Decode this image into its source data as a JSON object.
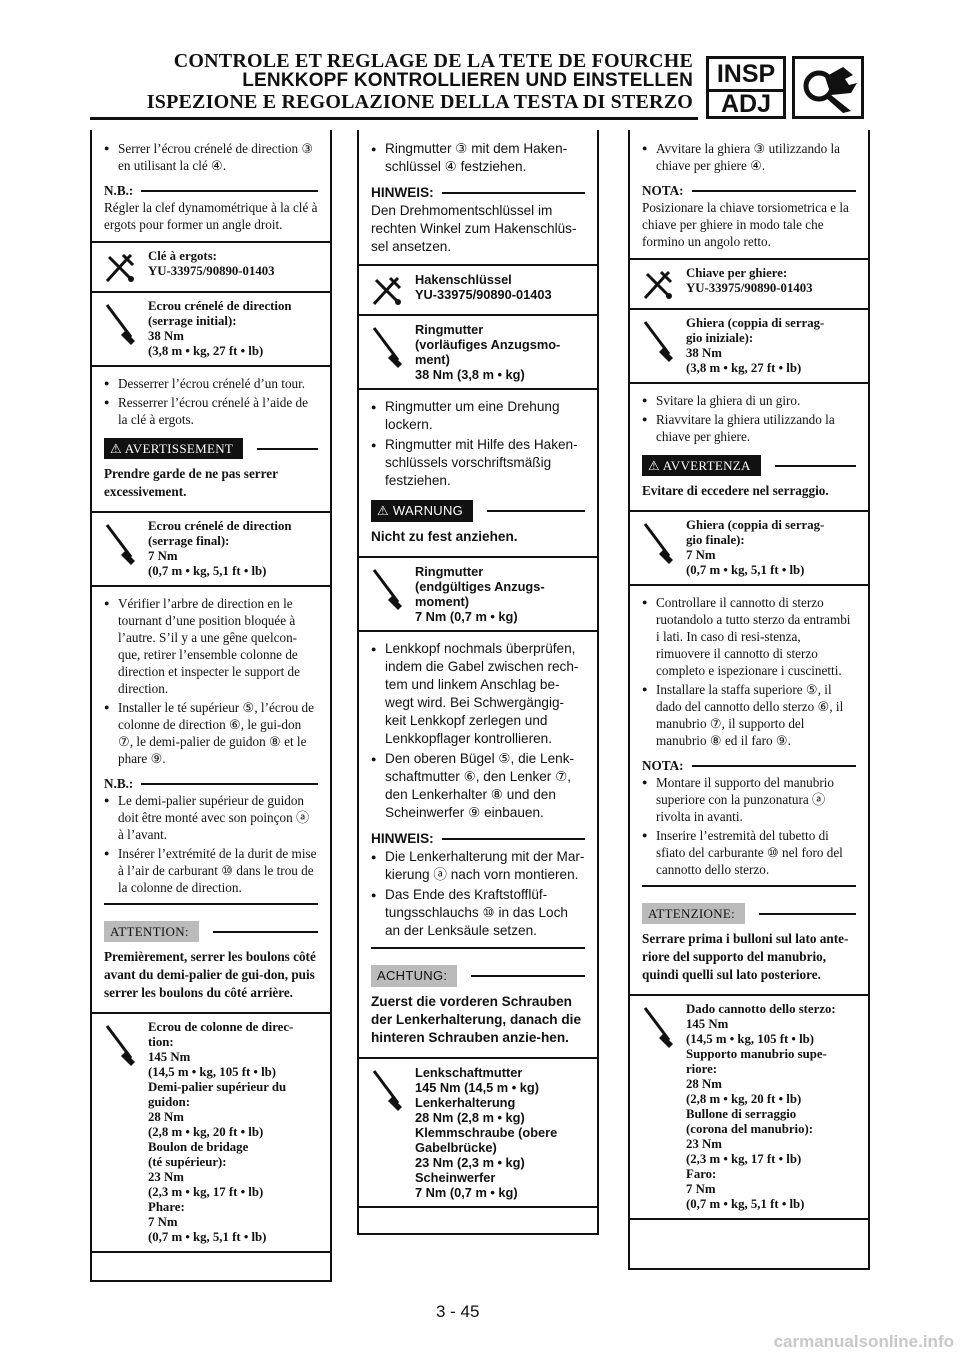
{
  "header": {
    "title_fr": "CONTROLE ET REGLAGE DE LA TETE DE FOURCHE",
    "title_de": "LENKKOPF KONTROLLIEREN UND EINSTELLEN",
    "title_it": "ISPEZIONE E REGOLAZIONE DELLA TESTA DI STERZO",
    "badge_top": "INSP",
    "badge_bottom": "ADJ"
  },
  "col_fr": {
    "b1": "Serrer l’écrou crénelé de direction ③ en utilisant la clé ④.",
    "nb1_label": "N.B.:",
    "nb1_text": "Régler la clef dynamométrique à la clé à ergots pour former un angle droit.",
    "spec1": "Clé à ergots:\n    YU-33975/90890-01403",
    "spec2": "Ecrou crénelé de direction\n(serrage initial):\n    38 Nm\n    (3,8 m • kg, 27 ft • lb)",
    "b2": "Desserrer l’écrou crénelé d’un tour.",
    "b3": "Resserrer l’écrou crénelé à l’aide de la clé à ergots.",
    "warn_label": "AVERTISSEMENT",
    "warn_text": "Prendre garde de ne pas serrer excessivement.",
    "spec3": "Ecrou crénelé de direction\n(serrage final):\n    7 Nm\n    (0,7 m • kg, 5,1 ft • lb)",
    "b4": "Vérifier l’arbre de direction en le tournant d’une position bloquée à l’autre. S’il y a une gêne quelcon-que, retirer l’ensemble colonne de direction et inspecter le support de direction.",
    "b5": "Installer le té supérieur ⑤, l’écrou de colonne de direction ⑥, le gui-don ⑦, le demi-palier de guidon ⑧ et le phare ⑨.",
    "nb2_label": "N.B.:",
    "nb2_b1": "Le demi-palier supérieur de guidon doit être monté avec son poinçon ⓐ à l’avant.",
    "nb2_b2": "Insérer l’extrémité de la durit de mise à l’air de carburant ⑩ dans le trou de la colonne de direction.",
    "att_label": "ATTENTION:",
    "att_text": "Premièrement, serrer les boulons côté avant du demi-palier de gui-don, puis serrer les boulons du côté arrière.",
    "spec4": "Ecrou de colonne de direc-\ntion:\n    145 Nm\n    (14,5 m • kg, 105 ft • lb)\nDemi-palier supérieur du\nguidon:\n    28 Nm\n    (2,8 m • kg, 20 ft • lb)\nBoulon de bridage\n(té supérieur):\n    23 Nm\n    (2,3 m • kg, 17 ft • lb)\nPhare:\n    7 Nm\n    (0,7 m • kg, 5,1 ft • lb)"
  },
  "col_de": {
    "b1": "Ringmutter ③ mit dem Haken-schlüssel ④ festziehen.",
    "nb1_label": "HINWEIS:",
    "nb1_text": "Den Drehmomentschlüssel im rechten Winkel zum Hakenschlüs-sel ansetzen.",
    "spec1": "Hakenschlüssel\n    YU-33975/90890-01403",
    "spec2": "Ringmutter\n(vorläufiges Anzugsmo-\nment)\n    38 Nm (3,8 m • kg)",
    "b2": "Ringmutter um eine Drehung lockern.",
    "b3": "Ringmutter mit Hilfe des Haken-schlüssels vorschriftsmäßig festziehen.",
    "warn_label": "WARNUNG",
    "warn_text": "Nicht zu fest anziehen.",
    "spec3": "Ringmutter\n(endgültiges Anzugs-\nmoment)\n    7 Nm (0,7 m • kg)",
    "b4": "Lenkkopf nochmals überprüfen, indem die Gabel zwischen rech-tem und linkem Anschlag be-wegt wird. Bei Schwergängig-keit Lenkkopf zerlegen und Lenkkopflager kontrollieren.",
    "b5": "Den oberen Bügel ⑤, die Lenk-schaftmutter ⑥, den Lenker ⑦, den Lenkerhalter ⑧ und den Scheinwerfer ⑨ einbauen.",
    "nb2_label": "HINWEIS:",
    "nb2_b1": "Die Lenkerhalterung mit der Mar-kierung ⓐ nach vorn montieren.",
    "nb2_b2": "Das Ende des Kraftstofflüf-tungsschlauchs ⑩ in das Loch an der Lenksäule setzen.",
    "att_label": "ACHTUNG:",
    "att_text": "Zuerst die vorderen Schrauben der Lenkerhalterung, danach die hinteren Schrauben anzie-hen.",
    "spec4": "Lenkschaftmutter\n    145 Nm (14,5 m • kg)\nLenkerhalterung\n    28 Nm (2,8 m • kg)\nKlemmschraube (obere\nGabelbrücke)\n    23 Nm (2,3 m • kg)\nScheinwerfer\n    7 Nm (0,7 m • kg)"
  },
  "col_it": {
    "b1": "Avvitare la ghiera ③ utilizzando la chiave per ghiere ④.",
    "nb1_label": "NOTA:",
    "nb1_text": "Posizionare la chiave torsiometrica e la chiave per ghiere in modo tale che formino un angolo retto.",
    "spec1": "Chiave per ghiere:\n    YU-33975/90890-01403",
    "spec2": "Ghiera (coppia di serrag-\ngio iniziale):\n    38 Nm\n    (3,8 m • kg, 27 ft • lb)",
    "b2": "Svitare la ghiera di un giro.",
    "b3": "Riavvitare la ghiera utilizzando la chiave per ghiere.",
    "warn_label": "AVVERTENZA",
    "warn_text": "Evitare di eccedere nel serraggio.",
    "spec3": "Ghiera (coppia di serrag-\ngio finale):\n    7 Nm\n    (0,7 m • kg, 5,1 ft • lb)",
    "b4": "Controllare il cannotto di sterzo ruotandolo a tutto sterzo da entrambi i lati. In caso di resi-stenza, rimuovere il cannotto di sterzo completo e ispezionare i cuscinetti.",
    "b5": "Installare la staffa superiore ⑤, il dado del cannotto dello sterzo ⑥, il manubrio ⑦, il supporto del manubrio ⑧ ed il faro ⑨.",
    "nb2_label": "NOTA:",
    "nb2_b1": "Montare il supporto del manubrio superiore con la punzonatura ⓐ rivolta in avanti.",
    "nb2_b2": "Inserire l’estremità del tubetto di sfiato del carburante ⑩ nel foro del cannotto dello sterzo.",
    "att_label": "ATTENZIONE:",
    "att_text": "Serrare prima i bulloni sul lato ante-riore del supporto del manubrio, quindi quelli sul lato posteriore.",
    "spec4": "Dado cannotto dello sterzo:\n    145 Nm\n    (14,5 m • kg, 105 ft • lb)\nSupporto manubrio supe-\nriore:\n    28 Nm\n    (2,8 m • kg, 20 ft • lb)\nBullone di serraggio\n(corona del manubrio):\n    23 Nm\n    (2,3 m • kg, 17 ft • lb)\nFaro:\n    7 Nm\n    (0,7 m • kg, 5,1 ft • lb)"
  },
  "page_number": "3 - 45",
  "watermark": "carmanualsonline.info"
}
